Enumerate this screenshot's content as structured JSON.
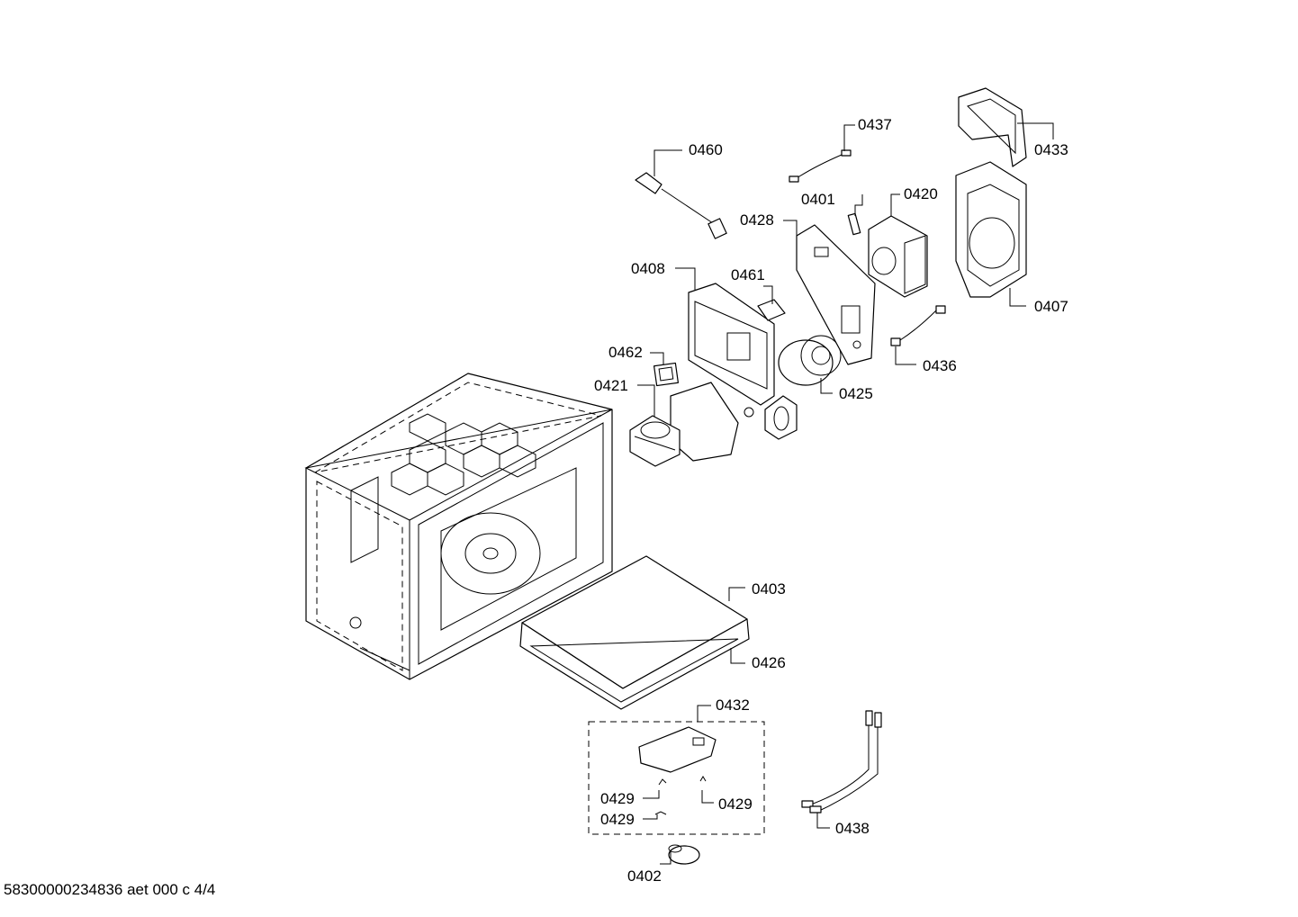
{
  "labels": {
    "p0460": "0460",
    "p0437": "0437",
    "p0433": "0433",
    "p0401": "0401",
    "p0420": "0420",
    "p0428": "0428",
    "p0408": "0408",
    "p0461": "0461",
    "p0407": "0407",
    "p0462": "0462",
    "p0436": "0436",
    "p0421": "0421",
    "p0425": "0425",
    "p0403": "0403",
    "p0426": "0426",
    "p0432": "0432",
    "p0429a": "0429",
    "p0429b": "0429",
    "p0429c": "0429",
    "p0438": "0438",
    "p0402": "0402"
  },
  "footer": "58300000234836 aet 000 c 4/4"
}
